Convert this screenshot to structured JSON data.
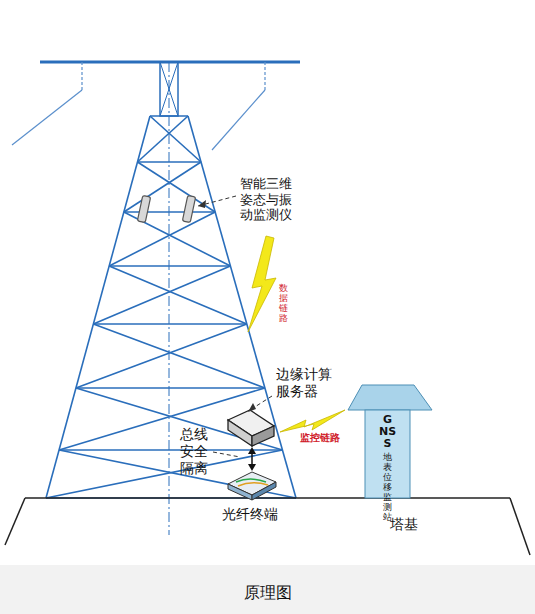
{
  "diagram": {
    "caption": "原理图",
    "nodes": [
      {
        "text": [
          "GNSS",
          "地表位移监测站"
        ]
      }
    ],
    "labels": [
      "智能三维姿态与振动监测仪",
      "数据链路",
      "边缘计算服务器",
      "监控链路",
      "总线安全隔离",
      "光纤终端",
      "塔基"
    ]
  }
}
